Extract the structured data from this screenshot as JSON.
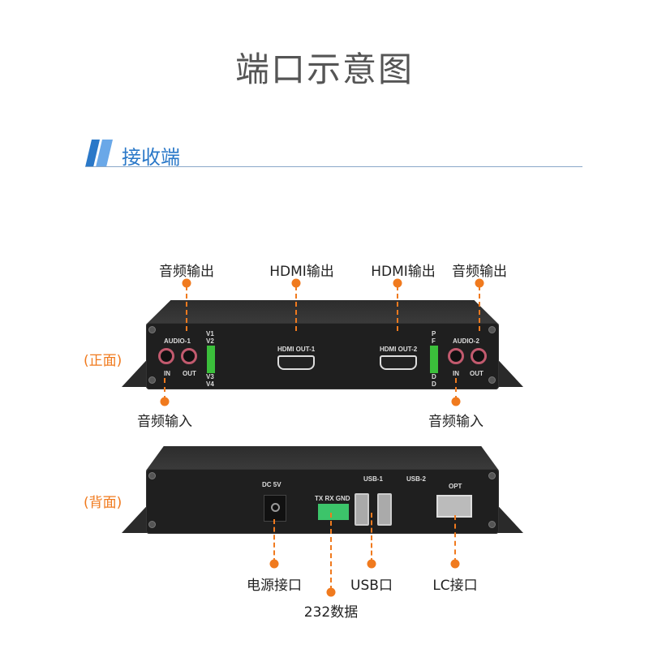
{
  "title": "端口示意图",
  "section": {
    "title": "接收端",
    "accent": "#2a78c8"
  },
  "front": {
    "side_label": "(正面)",
    "callouts_top": [
      "音频输出",
      "HDMI输出",
      "HDMI输出",
      "音频输出"
    ],
    "callouts_bottom": [
      "音频输入",
      "音频输入"
    ],
    "panel": {
      "audio1": "AUDIO-1",
      "audio2": "AUDIO-2",
      "in": "IN",
      "out": "OUT",
      "v1": "V1",
      "v2": "V2",
      "v3": "V3",
      "v4": "V4",
      "hdmi1": "HDMI OUT-1",
      "hdmi2": "HDMI OUT-2",
      "p": "P",
      "f": "F",
      "d": "D"
    }
  },
  "back": {
    "side_label": "(背面)",
    "callouts": [
      "电源接口",
      "232数据",
      "USB口",
      "LC接口"
    ],
    "panel": {
      "dc": "DC 5V",
      "serial": "TX RX GND",
      "usb1": "USB-1",
      "usb2": "USB-2",
      "opt": "OPT"
    }
  },
  "colors": {
    "callout": "#f07a1e"
  }
}
